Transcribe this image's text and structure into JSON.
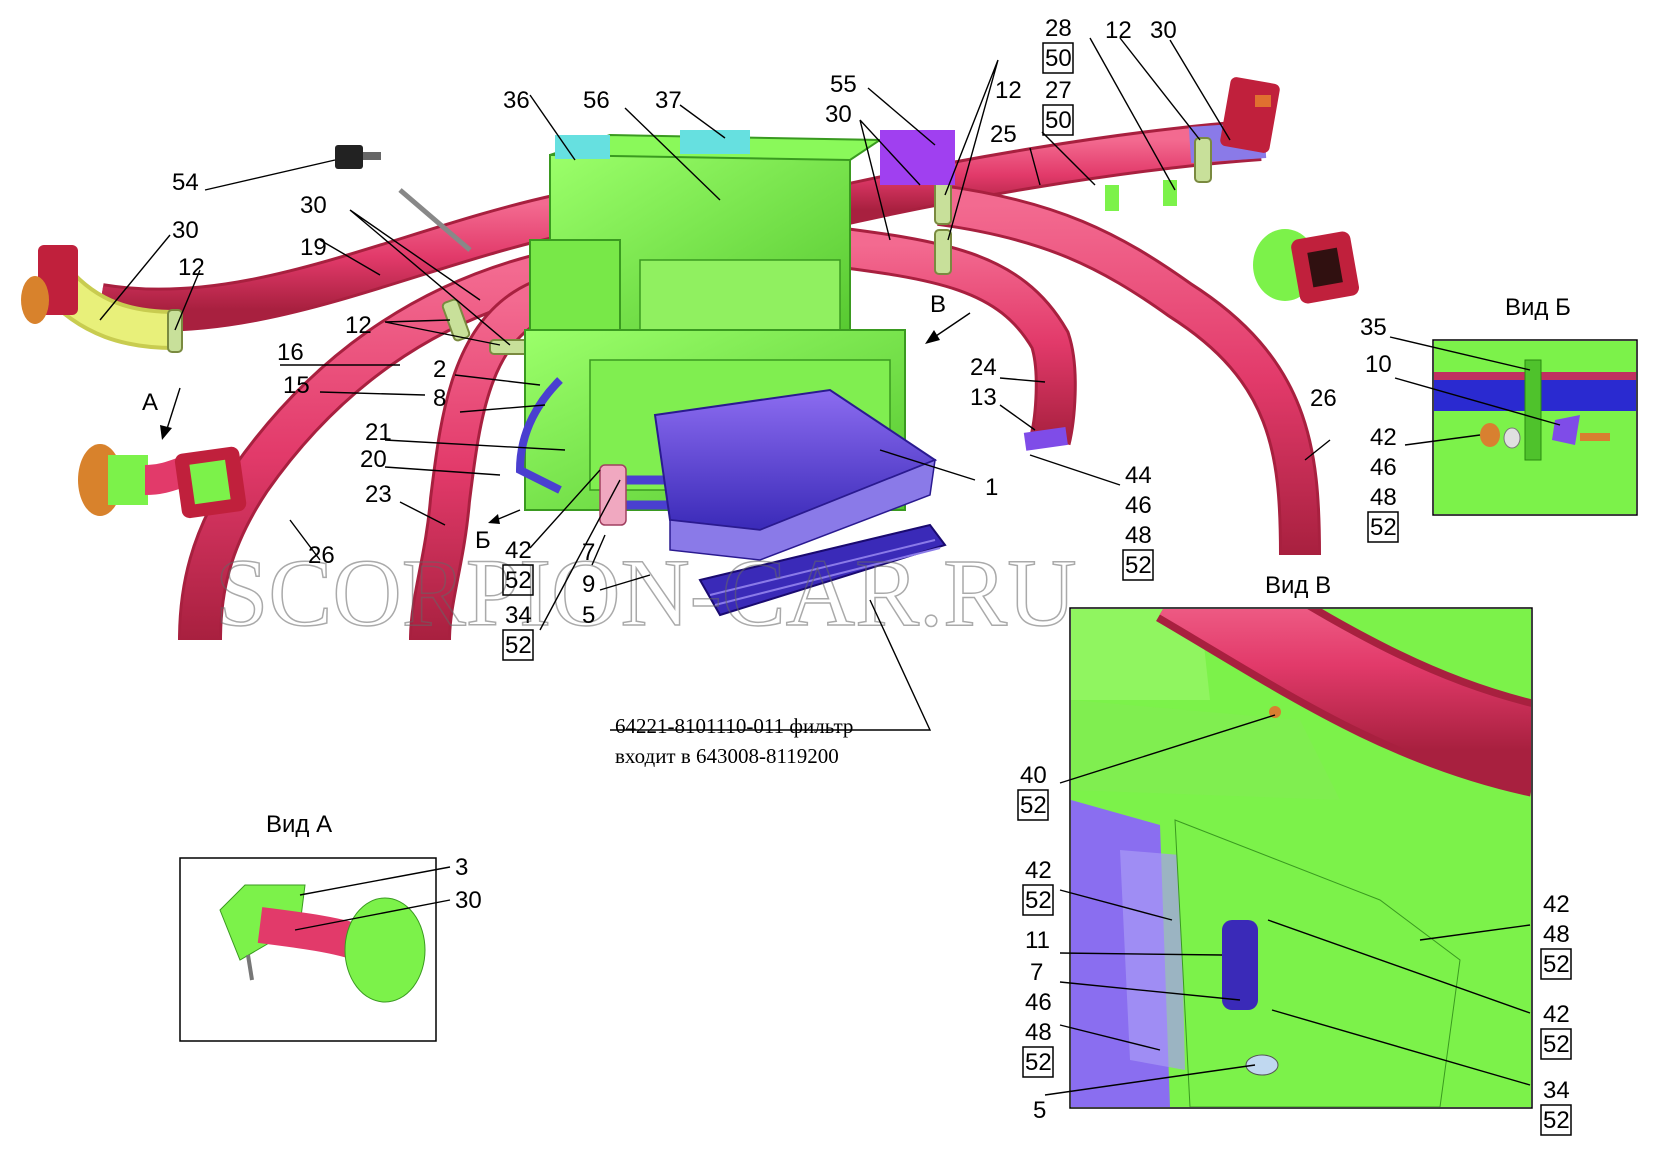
{
  "watermark": "SCORPION-CAR.RU",
  "note": {
    "line1": "64221-8101110-011 фильтр",
    "line2": "входит в 643008-8119200"
  },
  "views": {
    "a": "Вид А",
    "b": "Вид Б",
    "v": "Вид В"
  },
  "arrows": {
    "a": "А",
    "b": "Б",
    "v": "В"
  },
  "labels": {
    "l36": "36",
    "l56": "56",
    "l37": "37",
    "l55": "55",
    "l30_top": "30",
    "l12_top": "12",
    "l28": "28",
    "l50_1": "50",
    "l27": "27",
    "l50_2": "50",
    "l12_r": "12",
    "l30_r": "30",
    "l25": "25",
    "l54": "54",
    "l30_a": "30",
    "l19": "19",
    "l30_l": "30",
    "l12_l": "12",
    "l12_m": "12",
    "l16": "16",
    "l2": "2",
    "l15": "15",
    "l8": "8",
    "l21": "21",
    "l20": "20",
    "l23": "23",
    "l42_a": "42",
    "l52_a": "52",
    "l26_l": "26",
    "l7": "7",
    "l9": "9",
    "l5": "5",
    "l34": "34",
    "l52_b": "52",
    "l1": "1",
    "l24": "24",
    "l13": "13",
    "l44": "44",
    "l46": "46",
    "l48": "48",
    "l52_c": "52",
    "l26_r": "26",
    "vb35": "35",
    "vb10": "10",
    "vb42": "42",
    "vb46": "46",
    "vb48": "48",
    "vb52": "52",
    "va3": "3",
    "va30": "30",
    "vv40": "40",
    "vv52a": "52",
    "vv42a": "42",
    "vv52b": "52",
    "vv11": "11",
    "vv7": "7",
    "vv46": "46",
    "vv48": "48",
    "vv52c": "52",
    "vv5": "5",
    "vv42b": "42",
    "vv48b": "48",
    "vv52d": "52",
    "vv42c": "42",
    "vv52e": "52",
    "vv34": "34",
    "vv52f": "52"
  },
  "colors": {
    "hose": "#e23a6a",
    "hose_dark": "#b0244c",
    "unit": "#7cf24a",
    "unit_dark": "#4fc22c",
    "violet": "#7f4ce8",
    "filter": "#4a3fd0",
    "yellow": "#e8f07a",
    "clamp": "#c8e09a",
    "cyan": "#66e0e0",
    "nozzle": "#c0203c"
  }
}
